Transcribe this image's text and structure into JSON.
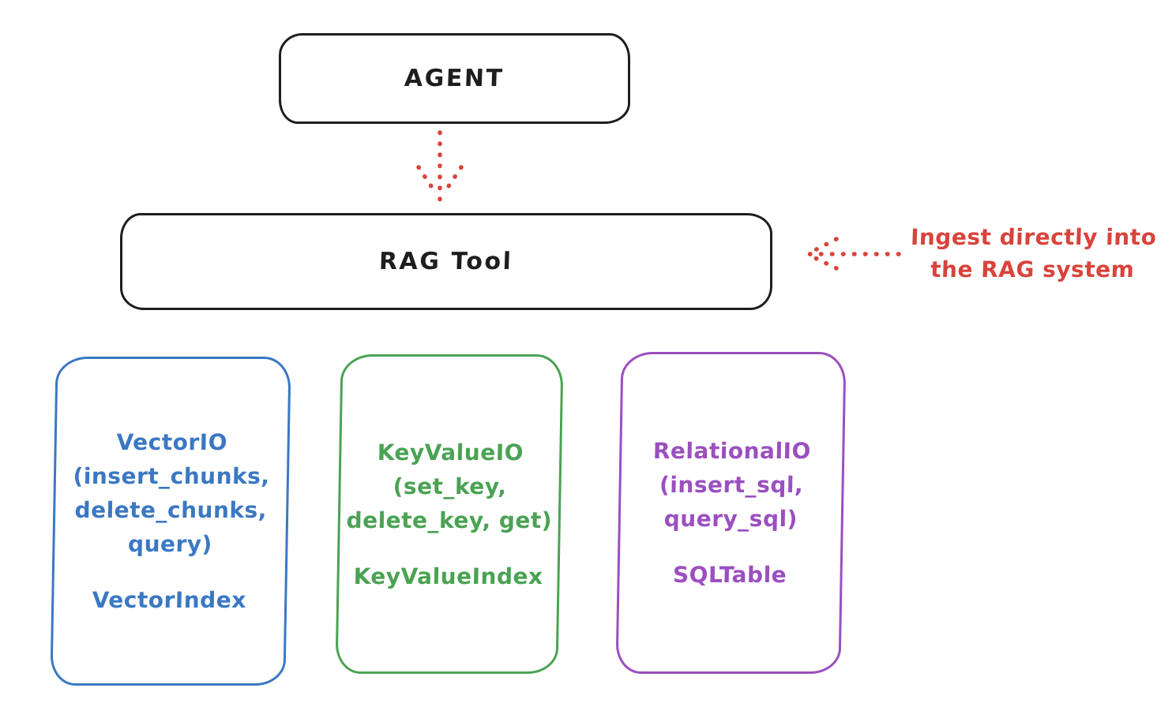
{
  "diagram": {
    "background": "#ffffff",
    "colors": {
      "black": "#1e1e1e",
      "red": "#d8443c",
      "blue": "#3b78c3",
      "green": "#4aa353",
      "purple": "#9b4fc0"
    },
    "nodes": {
      "agent": {
        "label": "AGENT"
      },
      "rag_tool": {
        "label": "RAG Tool"
      }
    },
    "annotation": {
      "lines": [
        "Ingest directly into",
        "the RAG system"
      ],
      "color": "#d8443c",
      "arrow": {
        "style": "dotted",
        "direction": "left",
        "target": "rag_tool"
      }
    },
    "arrows": {
      "agent_to_rag": {
        "style": "dotted",
        "direction": "down",
        "from": "agent",
        "to": "rag_tool",
        "color": "#d8443c"
      }
    },
    "backends": [
      {
        "name": "vector-io",
        "color": "#3b78c3",
        "io_lines": [
          "VectorIO",
          "(insert_chunks,",
          "delete_chunks,",
          "query)"
        ],
        "index_label": "VectorIndex"
      },
      {
        "name": "keyvalue-io",
        "color": "#4aa353",
        "io_lines": [
          "KeyValueIO",
          "(set_key,",
          "delete_key, get)"
        ],
        "index_label": "KeyValueIndex"
      },
      {
        "name": "relational-io",
        "color": "#9b4fc0",
        "io_lines": [
          "RelationalIO",
          "(insert_sql,",
          "query_sql)"
        ],
        "index_label": "SQLTable"
      }
    ]
  }
}
